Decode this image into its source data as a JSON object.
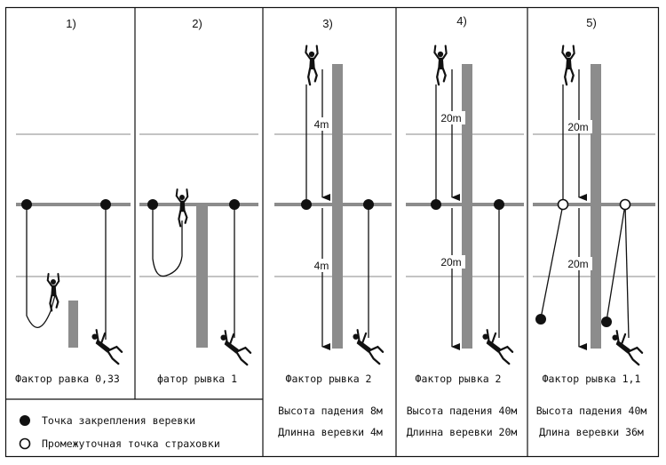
{
  "panels": [
    {
      "number": "1)",
      "caption": "Фактор равка 0,33"
    },
    {
      "number": "2)",
      "caption": "фатор рывка 1"
    },
    {
      "number": "3)",
      "caption": "Фактор рывка 2",
      "dist_top": "4m",
      "dist_bottom": "4m",
      "height": "Высота падения 8м",
      "length": "Длинна веревки 4м"
    },
    {
      "number": "4)",
      "caption": "Фактор рывка 2",
      "dist_top": "20m",
      "dist_bottom": "20m",
      "height": "Высота падения 40м",
      "length": "Длинна веревки 20м"
    },
    {
      "number": "5)",
      "caption": "Фактор рывка 1,1",
      "dist_top": "20m",
      "dist_bottom": "20m",
      "height": "Высота падения 40м",
      "length": "Длина веревки 36м"
    }
  ],
  "legend": {
    "anchor": "Точка закрепления веревки",
    "intermediate": "Промежуточная точка страховки"
  },
  "colors": {
    "line": "#111111",
    "rock": "#8c8c8c",
    "thin_line": "#888888"
  }
}
